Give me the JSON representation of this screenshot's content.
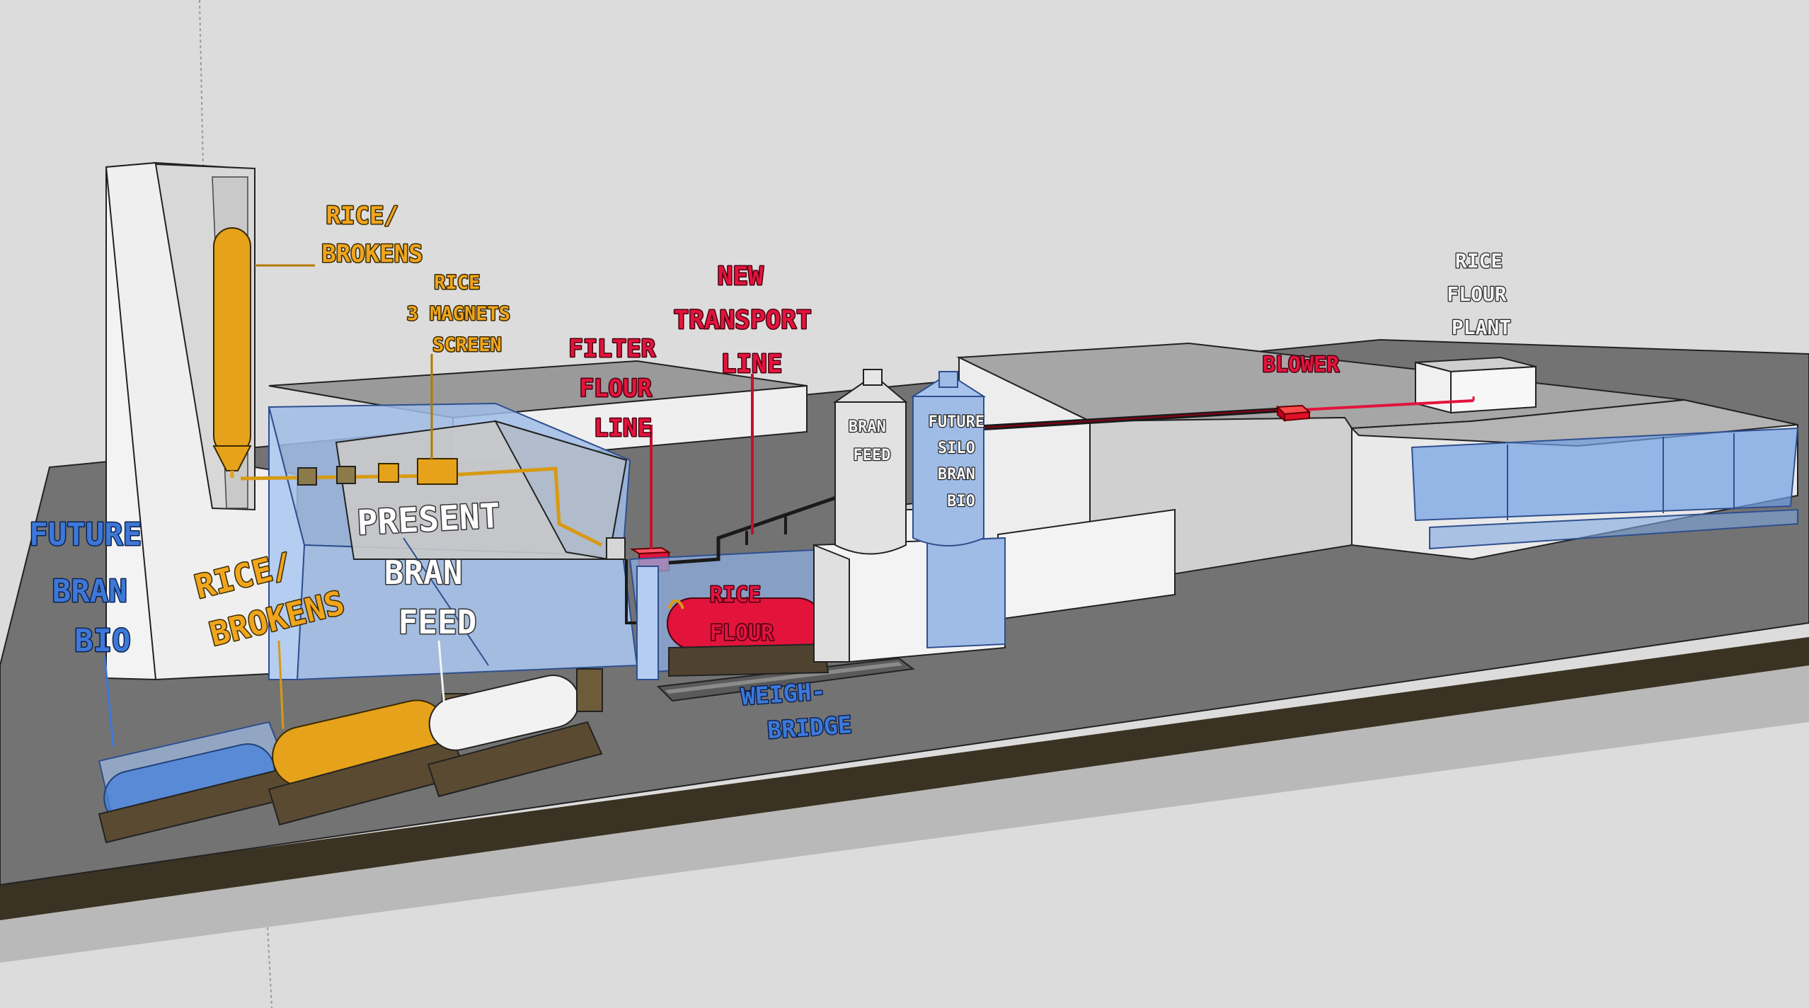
{
  "labels": {
    "rice_brokens_top": [
      "RICE/",
      "BROKENS"
    ],
    "rice_magnets_screen": [
      "RICE",
      "3 MAGNETS",
      "SCREEN"
    ],
    "filter_flour_line": [
      "FILTER",
      "FLOUR",
      "LINE"
    ],
    "new_transport_line": [
      "NEW",
      "TRANSPORT",
      "LINE"
    ],
    "bran_feed_silo": [
      "BRAN",
      "FEED"
    ],
    "future_silo": [
      "FUTURE",
      "SILO",
      "BRAN",
      "BIO"
    ],
    "blower": "BLOWER",
    "rice_flour_plant": [
      "RICE",
      "FLOUR",
      "PLANT"
    ],
    "future_bran_bio": [
      "FUTURE",
      "BRAN",
      "BIO"
    ],
    "rice_brokens_truck": [
      "RICE/",
      "BROKENS"
    ],
    "present": "PRESENT",
    "bran_feed_truck": [
      "BRAN",
      "FEED"
    ],
    "rice_flour_truck": [
      "RICE",
      "FLOUR"
    ],
    "weighbridge": [
      "WEIGH-",
      "BRIDGE"
    ]
  },
  "colors": {
    "background": "#dcdcdc",
    "ground_top": "#737373",
    "ground_side": "#b9b9b9",
    "ground_edge": "#3a3222",
    "orange": "#f0a51c",
    "red": "#e2143c",
    "blue_glass": "#9fbce6",
    "white_structure": "#f2f2f2"
  }
}
